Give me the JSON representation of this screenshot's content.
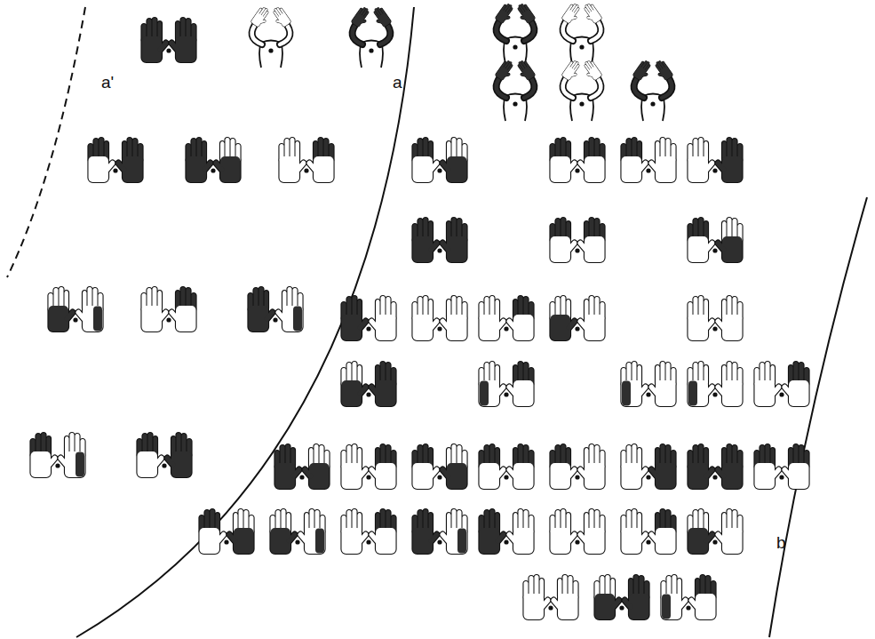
{
  "diagram": {
    "labels": [
      "a'",
      "a",
      "b"
    ]
  }
}
